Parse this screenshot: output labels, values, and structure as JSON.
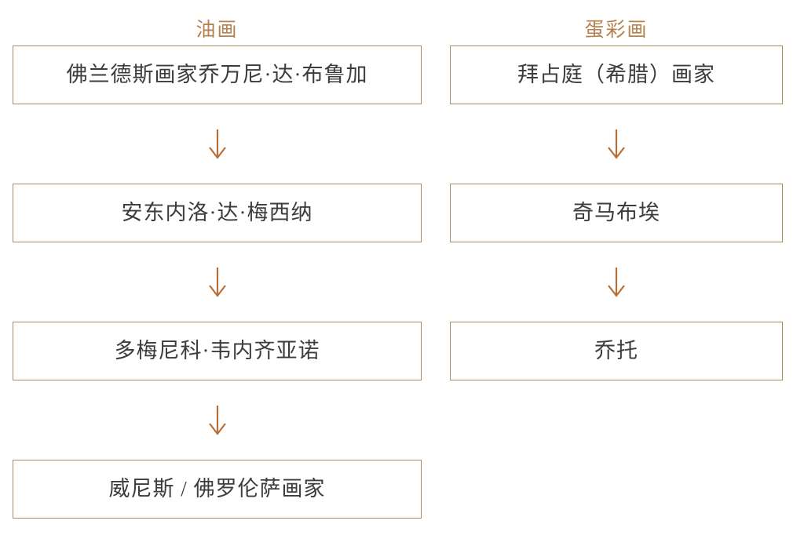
{
  "diagram": {
    "type": "two-column-flowchart",
    "background_color": "#ffffff",
    "border_color": "#b08a5e",
    "header_color": "#b5824e",
    "text_color": "#3c3c3c",
    "arrow_color": "#b5703a",
    "arrow_glyph": "down-arrow",
    "columns": [
      {
        "id": "oil-painting",
        "header": "油画",
        "nodes": [
          {
            "label": "佛兰德斯画家乔万尼·达·布鲁加"
          },
          {
            "label": "安东内洛·达·梅西纳"
          },
          {
            "label": "多梅尼科·韦内齐亚诺"
          },
          {
            "label": "威尼斯 / 佛罗伦萨画家"
          }
        ],
        "arrow_count": 3
      },
      {
        "id": "tempera-painting",
        "header": "蛋彩画",
        "nodes": [
          {
            "label": "拜占庭（希腊）画家"
          },
          {
            "label": "奇马布埃"
          },
          {
            "label": "乔托"
          }
        ],
        "arrow_count": 2
      }
    ]
  }
}
